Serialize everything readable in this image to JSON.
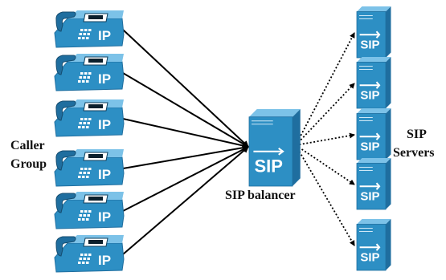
{
  "labels": {
    "caller_line1": "Caller",
    "caller_line2": "Group",
    "balancer": "SIP balancer",
    "servers_line1": "SIP",
    "servers_line2": "Servers"
  },
  "phone_badge": "IP",
  "server_badge": "SIP",
  "phones": [
    {
      "name": "ip-phone-1-icon"
    },
    {
      "name": "ip-phone-2-icon"
    },
    {
      "name": "ip-phone-3-icon"
    },
    {
      "name": "ip-phone-4-icon"
    },
    {
      "name": "ip-phone-5-icon"
    },
    {
      "name": "ip-phone-6-icon"
    }
  ],
  "servers": [
    {
      "name": "sip-server-1-icon"
    },
    {
      "name": "sip-server-2-icon"
    },
    {
      "name": "sip-server-3-icon"
    },
    {
      "name": "sip-server-4-icon"
    },
    {
      "name": "sip-server-5-icon"
    }
  ],
  "colors": {
    "device_body": "#2d8fc4",
    "device_dark": "#1f6e9f",
    "device_light": "#7cc2e8",
    "arrow": "#000000"
  }
}
